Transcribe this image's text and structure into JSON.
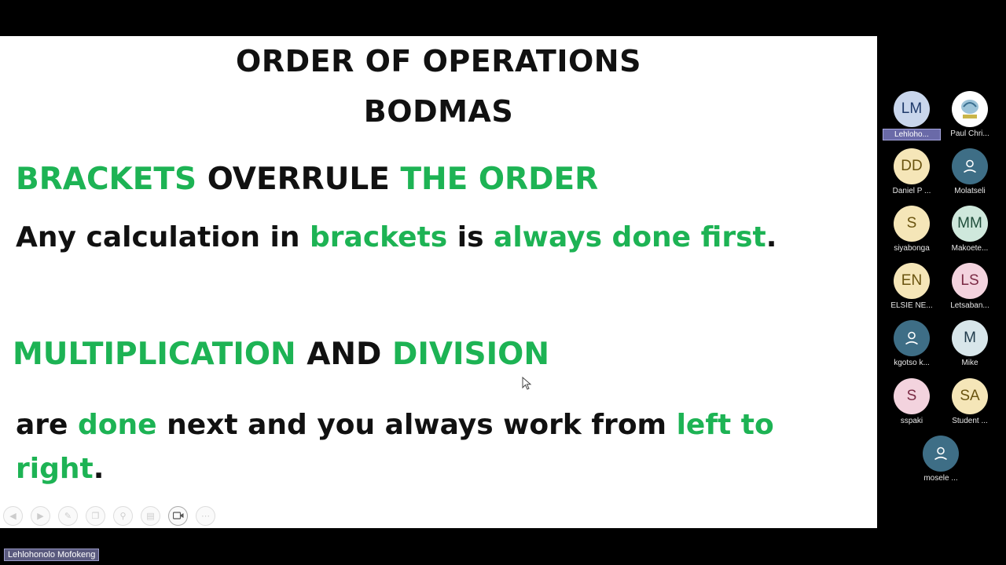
{
  "slide": {
    "title_line1": "ORDER OF OPERATIONS",
    "title_line2": "BODMAS",
    "heading1": {
      "part1": "BRACKETS",
      "part2": " OVERRULE ",
      "part3": "THE ORDER"
    },
    "para1": {
      "part1": "Any calculation in ",
      "part2": "brackets",
      "part3": " is ",
      "part4": "always done first",
      "part5": "."
    },
    "heading2": {
      "part1": "MULTIPLICATION",
      "part2": " AND ",
      "part3": "DIVISION"
    },
    "para2": {
      "part1": "are ",
      "part2": "done",
      "part3": " next and you always work from ",
      "part4": "left to right",
      "part5": "."
    },
    "accent_color": "#1db354"
  },
  "toolbar": {
    "buttons": [
      "prev-icon",
      "next-icon",
      "pen-icon",
      "copy-icon",
      "zoom-icon",
      "subtitles-icon",
      "camera-icon",
      "more-icon"
    ]
  },
  "participants": [
    {
      "initials": "LM",
      "name": "Lehloho...",
      "bg": "#c9d6ec",
      "fg": "#1f3a6a",
      "type": "initials"
    },
    {
      "initials": "",
      "name": "Paul Chri...",
      "bg": "#ffffff",
      "fg": "#333",
      "type": "logo"
    },
    {
      "initials": "DD",
      "name": "Daniel P ...",
      "bg": "#f5e6b8",
      "fg": "#6a5410",
      "type": "initials"
    },
    {
      "initials": "",
      "name": "Molatseli",
      "bg": "#3e6e86",
      "fg": "#ffffff",
      "type": "person"
    },
    {
      "initials": "S",
      "name": "siyabonga",
      "bg": "#f5e6b8",
      "fg": "#6a5410",
      "type": "initials"
    },
    {
      "initials": "MM",
      "name": "Makoete...",
      "bg": "#cfe8dc",
      "fg": "#1f4d3a",
      "type": "initials"
    },
    {
      "initials": "EN",
      "name": "ELSIE NE...",
      "bg": "#f5e6b8",
      "fg": "#6a5410",
      "type": "initials"
    },
    {
      "initials": "LS",
      "name": "Letsaban...",
      "bg": "#f3d3de",
      "fg": "#7a2a44",
      "type": "initials"
    },
    {
      "initials": "",
      "name": "kgotso k...",
      "bg": "#3e6e86",
      "fg": "#ffffff",
      "type": "person"
    },
    {
      "initials": "M",
      "name": "Mike",
      "bg": "#d8e6ea",
      "fg": "#1f3a4a",
      "type": "initials"
    },
    {
      "initials": "S",
      "name": "sspaki",
      "bg": "#f3d3de",
      "fg": "#7a2a44",
      "type": "initials"
    },
    {
      "initials": "SA",
      "name": "Student ...",
      "bg": "#f5e6b8",
      "fg": "#6a5410",
      "type": "initials"
    },
    {
      "initials": "",
      "name": "mosele ...",
      "bg": "#3e6e86",
      "fg": "#ffffff",
      "type": "person"
    }
  ],
  "presenter_name": "Lehlohonolo Mofokeng"
}
